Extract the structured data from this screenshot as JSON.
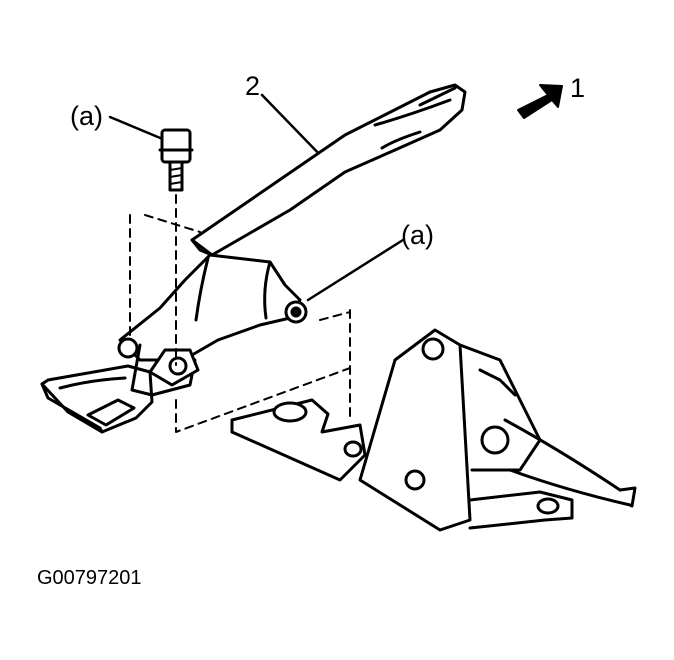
{
  "labels": {
    "bolt_a_left": "(a)",
    "bolt_a_right": "(a)",
    "callout_2": "2",
    "callout_1": "1"
  },
  "figure_code": "G00797201",
  "colors": {
    "ink": "#000000",
    "paper": "#ffffff"
  },
  "icons": {
    "direction_arrow": "front-direction-arrow-icon"
  }
}
